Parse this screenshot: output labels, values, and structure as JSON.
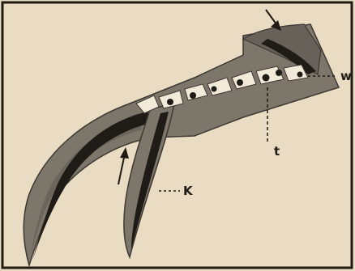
{
  "diagram": {
    "labels": {
      "w": "w",
      "t": "t",
      "k": "K"
    },
    "colors": {
      "paper": "#e9dcc2",
      "border": "#1f1a14",
      "shell": "#7d766b",
      "shell_dark": "#5c564d",
      "band": "#1f1b17",
      "gland": "#f1ead9",
      "ink": "#1f1a14"
    }
  }
}
